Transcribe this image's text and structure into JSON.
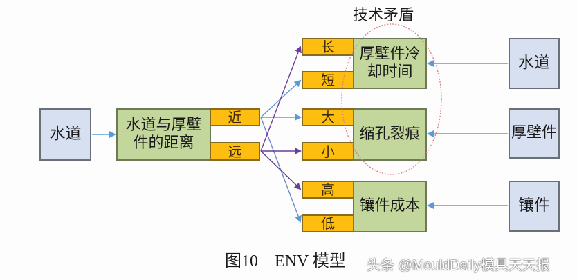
{
  "diagram": {
    "annotation": "技术矛盾",
    "caption": "图10　ENV 模型",
    "watermark": "头条 @MouldDaily模具天天报",
    "left_input": "水道",
    "center_node": "水道与厚壁件的距离",
    "center_values": [
      "近",
      "远"
    ],
    "outcome_values": [
      "长",
      "短",
      "大",
      "小",
      "高",
      "低"
    ],
    "outcomes": [
      "厚壁件冷却时间",
      "缩孔裂痕",
      "镶件成本"
    ],
    "right_inputs": [
      "水道",
      "厚壁件",
      "镶件"
    ],
    "connections": [
      {
        "from": "近",
        "to": "短"
      },
      {
        "from": "近",
        "to": "大"
      },
      {
        "from": "近",
        "to": "低"
      },
      {
        "from": "远",
        "to": "长"
      },
      {
        "from": "远",
        "to": "小"
      },
      {
        "from": "远",
        "to": "高"
      }
    ],
    "colors": {
      "node_blue": "#d7e0f1",
      "node_green": "#c3d69b",
      "value_amber": "#fdbe10",
      "arrow_near": "#5b9bd5",
      "arrow_far": "#6a3d9a",
      "contradiction_ellipse": "#e07b7b"
    }
  }
}
